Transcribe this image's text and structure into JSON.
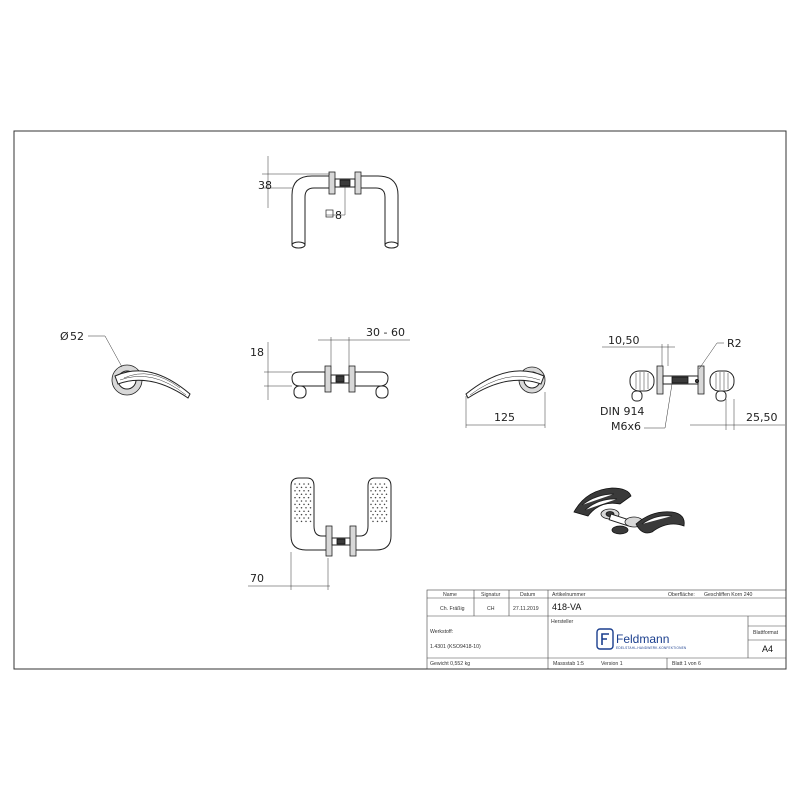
{
  "dimensions": {
    "top_height": "38",
    "square": "8",
    "rose_diameter": "52",
    "rose_thickness": "18",
    "door_thickness": "30 - 60",
    "projection": "125",
    "spacer": "10,50",
    "radius": "R2",
    "screw_standard": "DIN 914",
    "screw_size": "M6x6",
    "neck": "25,50",
    "bottom_offset": "70"
  },
  "title_block": {
    "headers": {
      "name": "Name",
      "signature": "Signatur",
      "date": "Datum",
      "article_number": "Artikelnummer",
      "surface": "Oberfläche:",
      "surface_value": "Geschliffen Korn 240",
      "material": "Werkstoff:",
      "manufacturer": "Hersteller",
      "sheet_format": "Blattformat",
      "weight": "Gewicht 0,552 kg",
      "scale": "Massstab 1:5",
      "version": "Version 1",
      "sheet": "Blatt 1 von 6"
    },
    "row": {
      "name": "Ch. Fräßig",
      "signature": "CH",
      "date": "27.11.2019",
      "article_number": "418-VA"
    },
    "material_value": "1.4301 (KSO9418-10)",
    "sheet_format_value": "A4",
    "brand_name": "Feldmann",
    "brand_tagline": "EDELSTAHL-HANDWERK-KONFEKTIONEN"
  }
}
